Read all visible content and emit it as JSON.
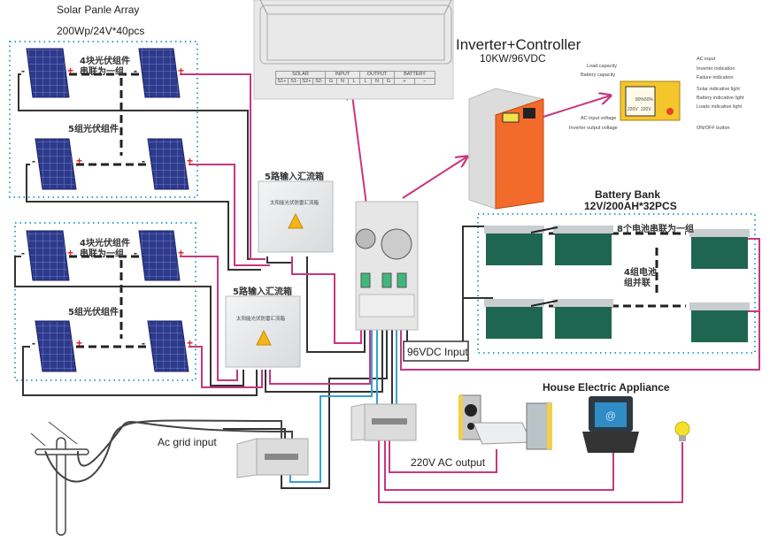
{
  "solar_array": {
    "title": "Solar Panle Array",
    "spec": "200Wp/24V*40pcs",
    "group_series_note": "4块光伏组件\n串联为一组",
    "group_series_line1": "4块光伏组件",
    "group_series_line2": "串联为一组",
    "groups_note": "5组光伏组件",
    "polarity_minus": "-",
    "polarity_plus": "+"
  },
  "combiner_boxes": [
    {
      "title": "5路输入汇流箱",
      "plate": "太阳能光伏防雷汇流箱"
    },
    {
      "title": "5路输入汇流箱",
      "plate": "太阳能光伏防雷汇流箱"
    }
  ],
  "terminal_panel": {
    "groups": [
      {
        "label": "SOLAR",
        "terminals": [
          "S1+",
          "S1-",
          "S2+",
          "S2-"
        ]
      },
      {
        "label": "INPUT",
        "terminals": [
          "G",
          "N",
          "L"
        ]
      },
      {
        "label": "OUTPUT",
        "terminals": [
          "L",
          "N",
          "G"
        ]
      },
      {
        "label": "BATTERY",
        "terminals": [
          "+",
          "−"
        ]
      }
    ]
  },
  "inverter": {
    "title": "Inverter+Controller",
    "spec": "10KW/96VDC",
    "panel_callouts_left": [
      "Load capacity",
      "Battery capacity",
      "AC input voltage",
      "Inverter output voltage"
    ],
    "panel_callouts_right": [
      "AC input",
      "Inverter indication",
      "Failure indication",
      "Solar indicative light",
      "Battery indicative light",
      "Loads indicative light",
      "ON/OFF button"
    ],
    "display_values": [
      "80%",
      "50%",
      "220V",
      "220V"
    ]
  },
  "battery_bank": {
    "title": "Battery Bank",
    "spec": "12V/200AH*32PCS",
    "series_note": "8个电池串联为一组",
    "parallel_line1": "4组电池",
    "parallel_line2": "组并联"
  },
  "labels": {
    "dc_input": "96VDC Input",
    "ac_grid": "Ac grid input",
    "ac_output": "220V AC output",
    "appliances": "House Electric Appliance"
  },
  "colors": {
    "pink_wire": "#c8377f",
    "black_wire": "#333333",
    "blue_wire": "#3aa0d0",
    "dotted_border": "#35a4cc",
    "panel_blue": "#2d3a8c",
    "battery_green": "#1e6650",
    "inverter_orange": "#f26b2a",
    "lcd_yellow": "#f4c62c"
  }
}
